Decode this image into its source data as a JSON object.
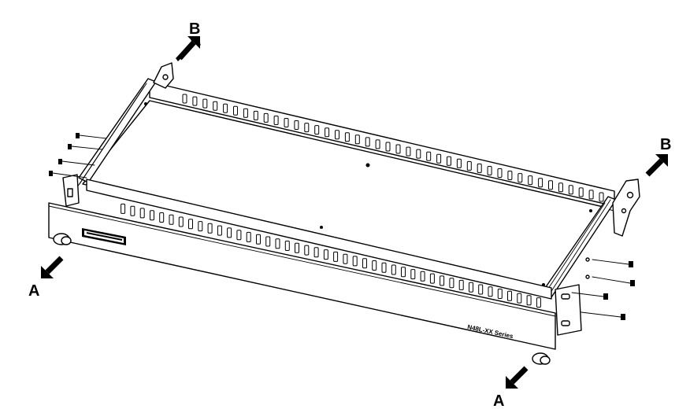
{
  "callouts": {
    "a_left": "A",
    "a_right": "A",
    "b_top": "B",
    "b_right": "B"
  },
  "panel": {
    "series_label": "N48L-XX Series"
  },
  "colors": {
    "line": "#000000",
    "background": "#ffffff"
  }
}
